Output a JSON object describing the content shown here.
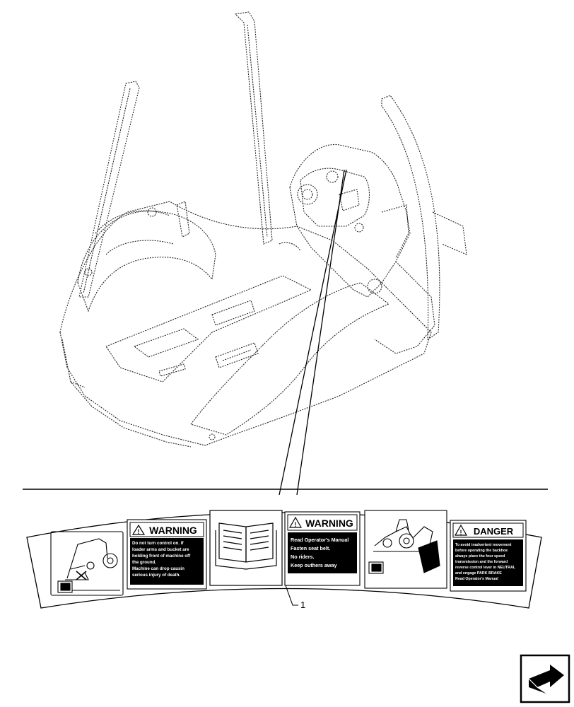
{
  "callout": {
    "number": "1"
  },
  "decal": {
    "warning1": {
      "header": "WARNING",
      "lines": [
        "Do not turn control on. If",
        "loader arms and bucket are",
        "holding front of machine off",
        "the ground.",
        "Machine can drop causin",
        "serious injury of death."
      ]
    },
    "manual_icon": "open-book-icon",
    "warning2": {
      "header": "WARNING",
      "lines": [
        "Read Operator's Manual",
        "Fasten seat belt.",
        "No riders.",
        "Keep outhers away"
      ]
    },
    "danger": {
      "header": "DANGER",
      "lines": [
        "To avoid inadvertent movement",
        "before operating the backhoe",
        "always place the four speed",
        "transmission and the forward",
        "reverse control lever in NEUTRAL",
        "and engage PARK BRAKE",
        "Read Operator's Manual"
      ]
    }
  },
  "nav_icon": "next-page-arrow-icon"
}
